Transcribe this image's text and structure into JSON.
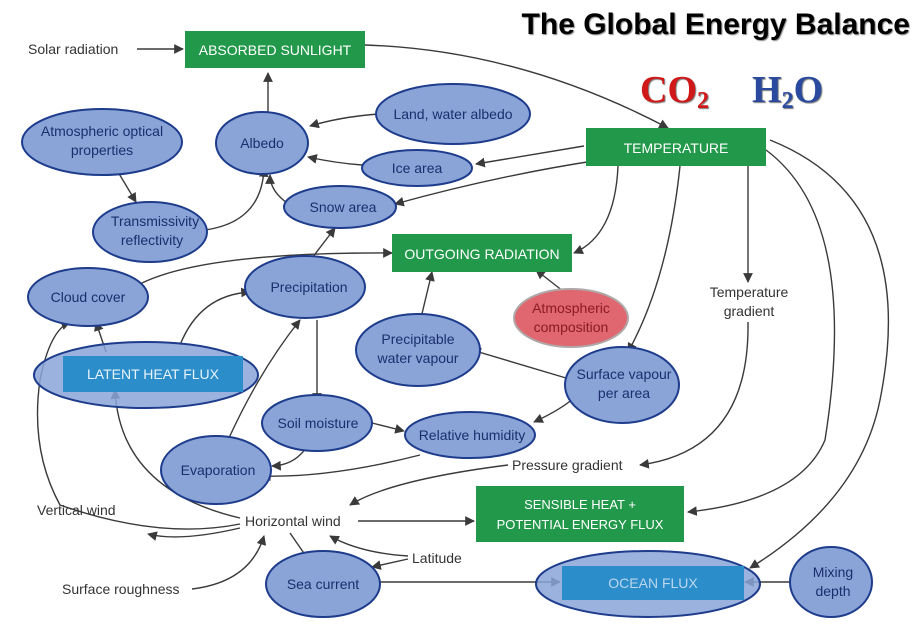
{
  "title": "The Global Energy Balance",
  "co2": {
    "base": "CO",
    "sub": "2"
  },
  "h2o": {
    "base": "H",
    "sub": "2",
    "rest": "O"
  },
  "colors": {
    "green_box": "#22984a",
    "blue_box": "#2b8ecb",
    "ellipse_fill": "#8aa4d8",
    "ellipse_stroke": "#1e3c8c",
    "composition_fill": "#e0666f",
    "composition_text": "#8b1c24",
    "arrow": "#3a3a3a",
    "co2": "#d11818",
    "h2o": "#2a4aa0"
  },
  "boxes": {
    "absorbed_sunlight": "ABSORBED SUNLIGHT",
    "temperature": "TEMPERATURE",
    "outgoing_radiation": "OUTGOING RADIATION",
    "latent_heat_flux": "LATENT HEAT FLUX",
    "sensible_heat": [
      "SENSIBLE HEAT +",
      "POTENTIAL ENERGY FLUX"
    ],
    "ocean_flux": "OCEAN FLUX"
  },
  "ellipses": {
    "optical_properties": [
      "Atmospheric optical",
      "properties"
    ],
    "albedo": [
      "Albedo"
    ],
    "land_water_albedo": [
      "Land, water albedo"
    ],
    "ice_area": [
      "Ice area"
    ],
    "snow_area": [
      "Snow area"
    ],
    "transmissivity": [
      "Transmissivity",
      "reflectivity"
    ],
    "cloud_cover": [
      "Cloud cover"
    ],
    "precipitation": [
      "Precipitation"
    ],
    "atmospheric_composition": [
      "Atmospheric",
      "composition"
    ],
    "precipitable_water": [
      "Precipitable",
      "water vapour"
    ],
    "surface_vapour": [
      "Surface vapour",
      "per area"
    ],
    "soil_moisture": [
      "Soil moisture"
    ],
    "relative_humidity": [
      "Relative humidity"
    ],
    "evaporation": [
      "Evaporation"
    ],
    "sea_current": [
      "Sea current"
    ],
    "mixing_depth": [
      "Mixing",
      "depth"
    ]
  },
  "labels": {
    "solar_radiation": "Solar radiation",
    "temperature_gradient": [
      "Temperature",
      "gradient"
    ],
    "pressure_gradient": "Pressure gradient",
    "vertical_wind": "Vertical wind",
    "horizontal_wind": "Horizontal wind",
    "latitude": "Latitude",
    "surface_roughness": "Surface roughness"
  }
}
